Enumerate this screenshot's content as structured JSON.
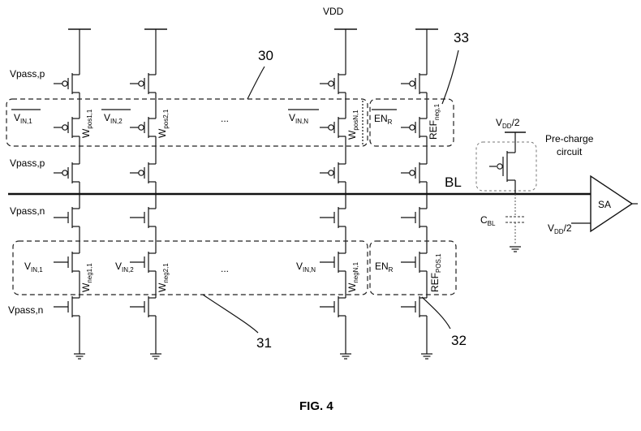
{
  "labels": {
    "vdd": "VDD",
    "vpass_p": "Vpass,p",
    "vpass_n": "Vpass,n",
    "bl": "BL",
    "sa": "SA",
    "vdd_half_main": "V",
    "vdd_half_sub": "DD",
    "vdd_half_tail": "/2",
    "cbl_main": "C",
    "cbl_sub": "BL",
    "precharge_1": "Pre-charge",
    "precharge_2": "circuit",
    "ellipsis": "...",
    "caption": "FIG. 4"
  },
  "refs": {
    "r30": "30",
    "r31": "31",
    "r32": "32",
    "r33": "33"
  },
  "top_row": [
    {
      "in_main": "V",
      "in_sub": "IN,1",
      "w_main": "W",
      "w_sub": "pos1,1"
    },
    {
      "in_main": "V",
      "in_sub": "IN,2",
      "w_main": "W",
      "w_sub": "pos2,1"
    },
    {
      "in_main": "V",
      "in_sub": "IN,N",
      "w_main": "W",
      "w_sub": "posN,1"
    }
  ],
  "bottom_row": [
    {
      "in_main": "V",
      "in_sub": "IN,1",
      "w_main": "W",
      "w_sub": "neg1,1"
    },
    {
      "in_main": "V",
      "in_sub": "IN,2",
      "w_main": "W",
      "w_sub": "neg2,1"
    },
    {
      "in_main": "V",
      "in_sub": "IN,N",
      "w_main": "W",
      "w_sub": "negN,1"
    }
  ],
  "ref_top": {
    "en_main": "EN",
    "en_sub": "R",
    "ref_main": "REF",
    "ref_sub": "neg,1"
  },
  "ref_bottom": {
    "en_main": "EN",
    "en_sub": "R",
    "ref_main": "REF",
    "ref_sub": "POS,1"
  }
}
